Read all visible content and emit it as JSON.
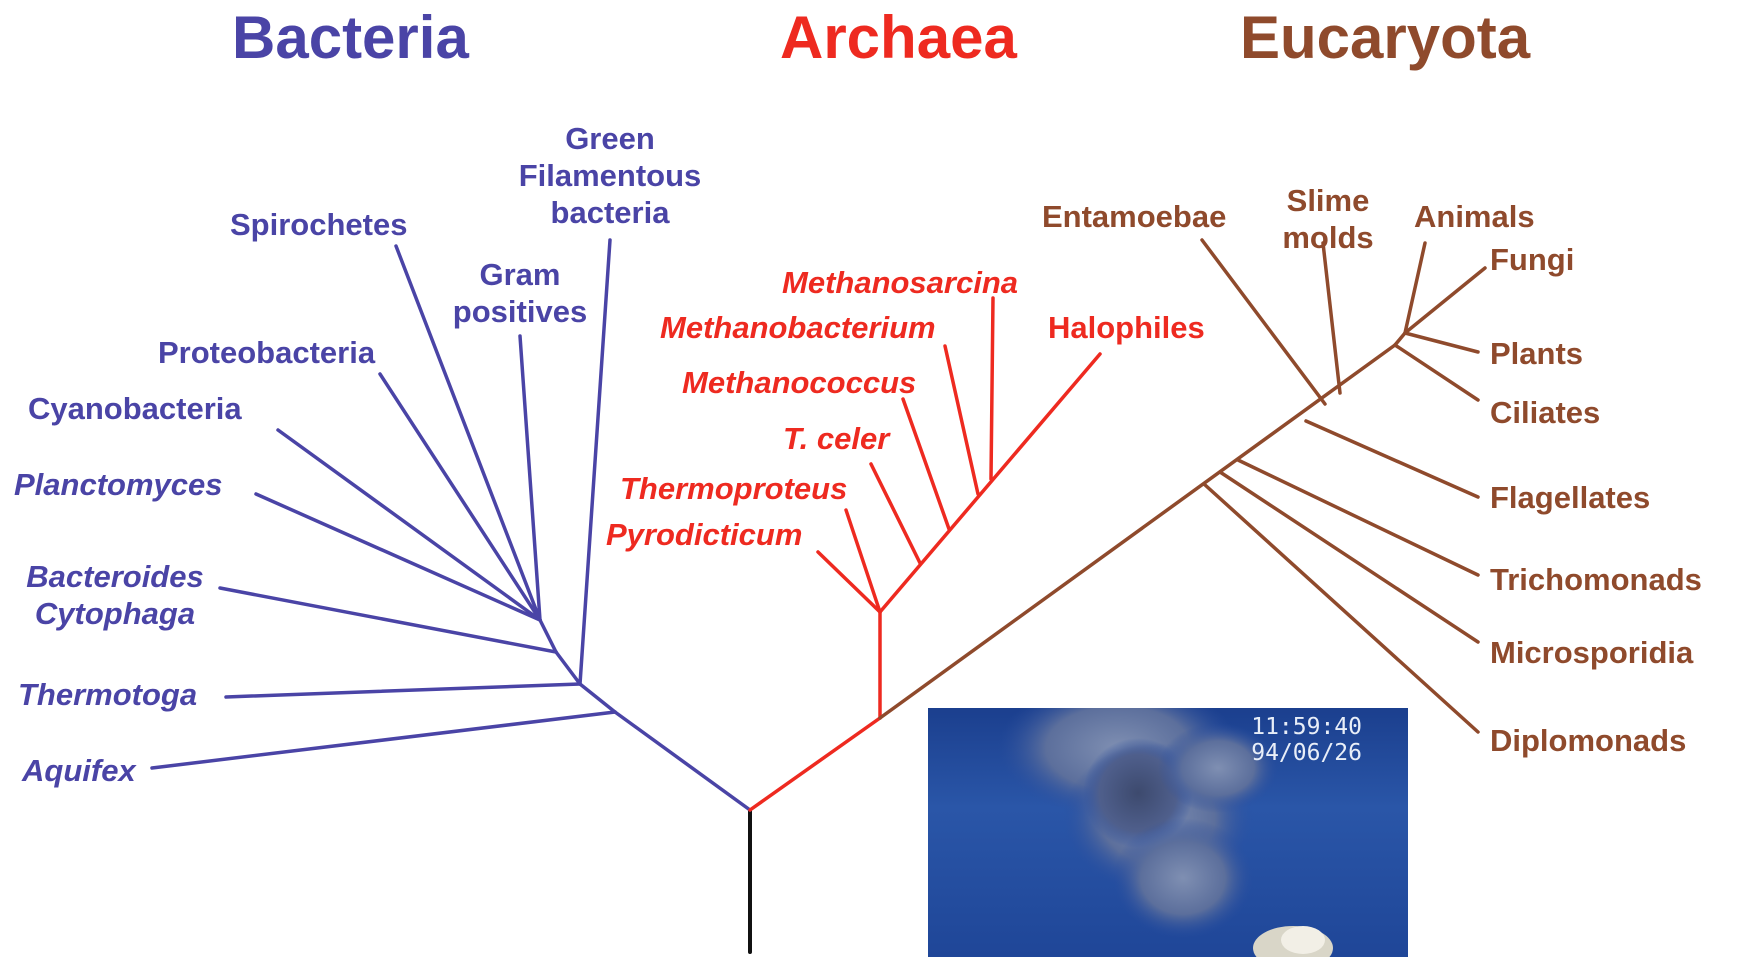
{
  "domains": {
    "bacteria": {
      "title": "Bacteria",
      "color": "#4a44a6"
    },
    "archaea": {
      "title": "Archaea",
      "color": "#ee2a20"
    },
    "eucaryota": {
      "title": "Eucaryota",
      "color": "#8f4a2c"
    }
  },
  "bacteria_taxa": {
    "green_filamentous": [
      "Green",
      "Filamentous",
      "bacteria"
    ],
    "spirochetes": "Spirochetes",
    "gram_positives": [
      "Gram",
      "positives"
    ],
    "proteobacteria": "Proteobacteria",
    "cyanobacteria": "Cyanobacteria",
    "planctomyces": "Planctomyces",
    "bacteroides_cytophaga": [
      "Bacteroides",
      "Cytophaga"
    ],
    "thermotoga": "Thermotoga",
    "aquifex": "Aquifex"
  },
  "archaea_taxa": {
    "methanosarcina": "Methanosarcina",
    "methanobacterium": "Methanobacterium",
    "halophiles": "Halophiles",
    "methanococcus": "Methanococcus",
    "t_celer": "T. celer",
    "thermoproteus": "Thermoproteus",
    "pyrodicticum": "Pyrodicticum"
  },
  "eucaryota_taxa": {
    "entamoebae": "Entamoebae",
    "slime_molds": [
      "Slime",
      "molds"
    ],
    "animals": "Animals",
    "fungi": "Fungi",
    "plants": "Plants",
    "ciliates": "Ciliates",
    "flagellates": "Flagellates",
    "trichomonads": "Trichomonads",
    "microsporidia": "Microsporidia",
    "diplomonads": "Diplomonads"
  },
  "photo": {
    "time": "11:59:40",
    "date": "94/06/26"
  },
  "colors": {
    "root": "#111111"
  }
}
